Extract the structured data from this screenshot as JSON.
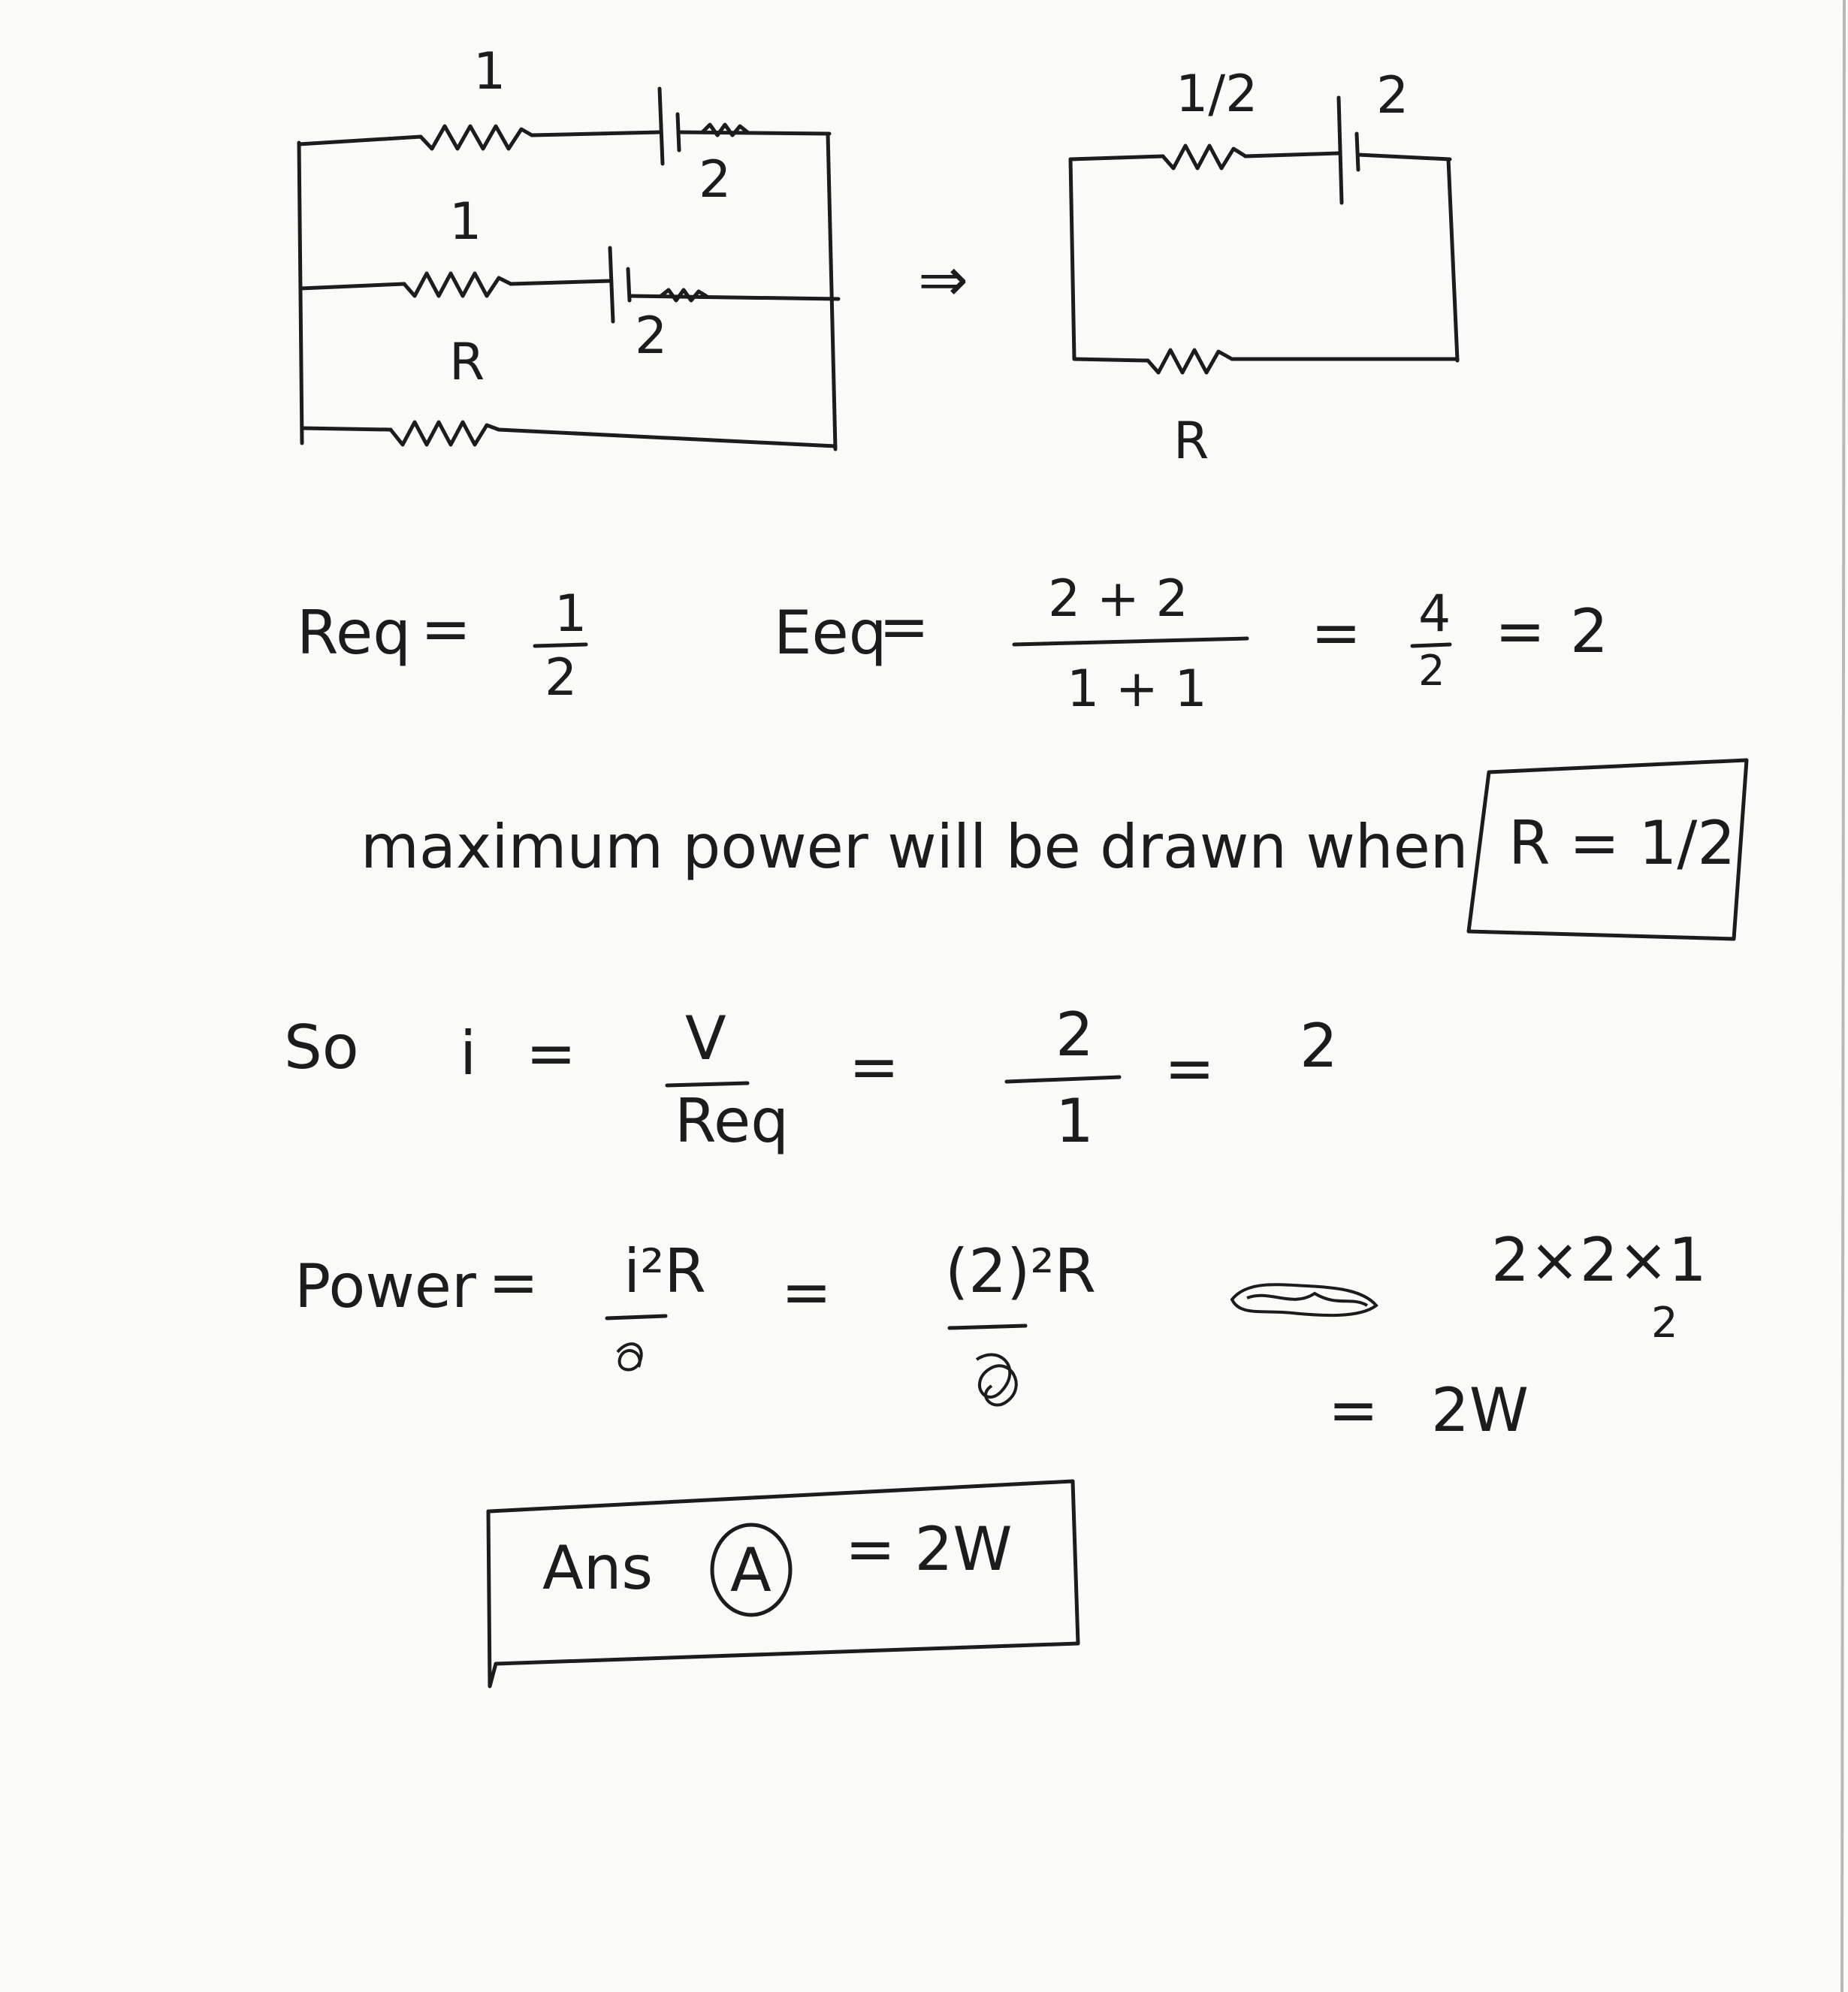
{
  "circuit_left": {
    "r1_label": "1",
    "e1_label": "2",
    "r2_label": "1",
    "e2_label": "2",
    "r3_label": "R"
  },
  "arrow": "⇒",
  "circuit_right": {
    "r_top_label": "1/2",
    "e_label": "2",
    "r_bottom_label": "R"
  },
  "equations": {
    "req_lhs": "Req",
    "eq": "=",
    "req_num": "1",
    "req_den": "2",
    "eeq_lhs": "Eeq",
    "eeq_num": "2 + 2",
    "eeq_den": "1 + 1",
    "eeq_frac_num": "4",
    "eeq_frac_den": "2",
    "eeq_result": "2"
  },
  "statement": {
    "text": "maximum power will be drawn when",
    "boxed": "R = 1/2"
  },
  "current": {
    "so": "So",
    "i": "i",
    "v": "V",
    "req": "Req",
    "num": "2",
    "den": "1",
    "result": "2"
  },
  "power": {
    "label": "Power",
    "formula": "i²R",
    "substituted": "(2)²R",
    "product": "2×2×1",
    "product_den": "2",
    "result": "2W"
  },
  "answer": {
    "ans": "Ans",
    "option": "A",
    "value": "= 2W"
  }
}
